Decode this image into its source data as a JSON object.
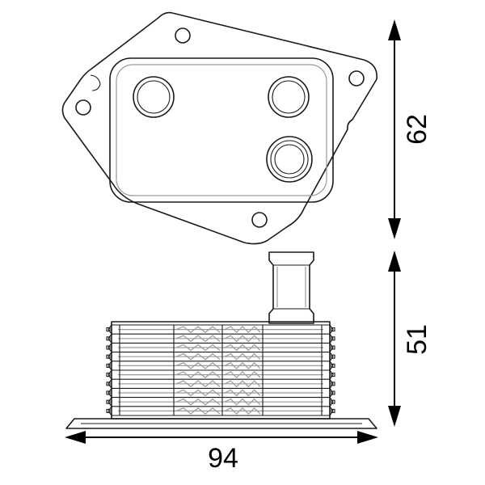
{
  "dimensions": {
    "height_top": "62",
    "height_side": "51",
    "width": "94"
  },
  "colors": {
    "line": "#1a1a1a",
    "inner_line": "#9a9a9a",
    "background": "#ffffff"
  }
}
